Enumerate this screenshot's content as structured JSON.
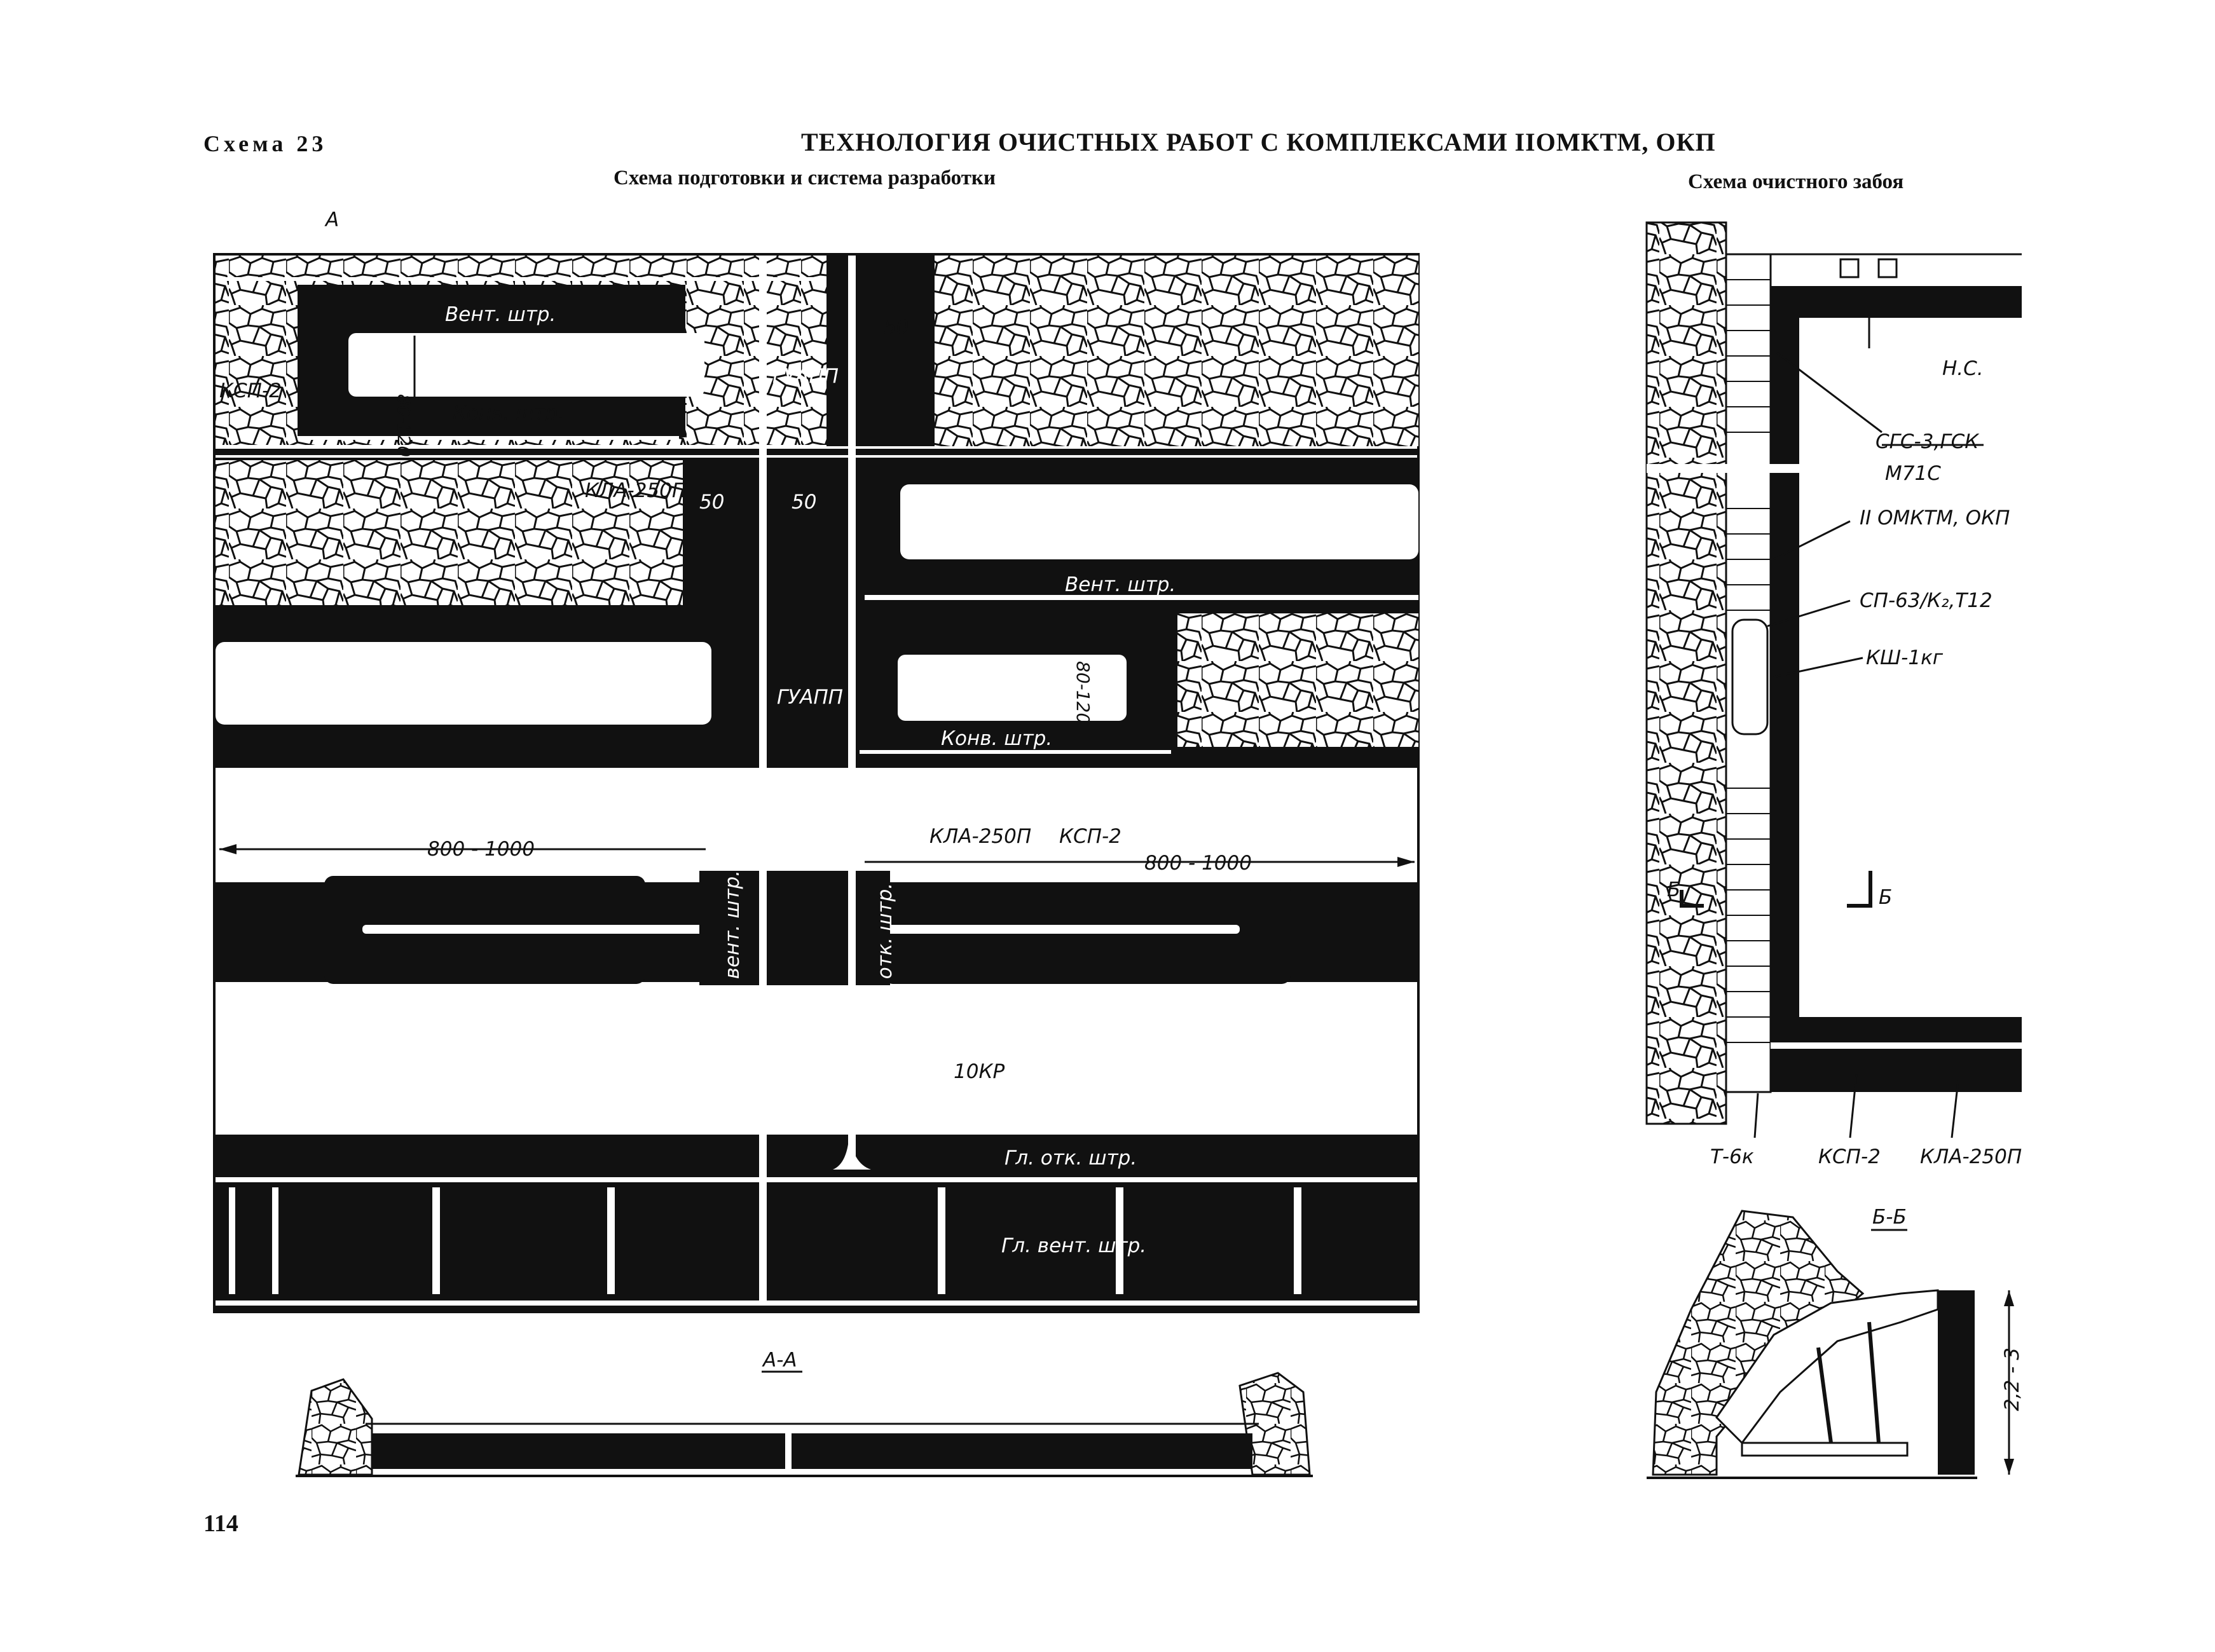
{
  "header": {
    "scheme_number": "Схема 23",
    "title": "ТЕХНОЛОГИЯ ОЧИСТНЫХ РАБОТ С КОМПЛЕКСАМИ IIОМКТМ, ОКП",
    "subtitle_left": "Схема подготовки и система разработки",
    "subtitle_right": "Схема очистного забоя"
  },
  "page_number": "114",
  "plan_labels": {
    "section_mark": "А",
    "vent_drift_top": "Вент. штр.",
    "conv_drift_top": "Конв. штр.",
    "width_80_120": "80-120",
    "ksp2_left": "КСП-2",
    "gualp_top": "ГУАПП",
    "dim_50_top": "50",
    "kla_250p_left": "КЛА-250П",
    "dim_50_a": "50",
    "dim_50_b": "50",
    "vent_drift_mid": "Вент. штр.",
    "gualp_mid": "ГУАПП",
    "width_80_120_mid": "80-120",
    "conv_drift_mid": "Конв. штр.",
    "kla_250p_mid": "КЛА-250П",
    "ksp2_mid": "КСП-2",
    "dim_800_1000_left": "800 - 1000",
    "dim_800_1000_right": "800 - 1000",
    "panel_vent": "Панельн. вент. штр.",
    "panel_otk": "Панельн. отк. штр.",
    "label_10kr": "10КР",
    "main_haul": "Гл. отк. штр.",
    "main_vent": "Гл. вент. штр.",
    "section_aa": "А-А"
  },
  "face_labels": {
    "ns": "Н.С.",
    "dim_3": "3",
    "sgs": "СГС-3,ГСК",
    "m71s": "М71С",
    "complex": "II ОМКТМ, ОКП",
    "sp63": "СП-63/К₂,Т12",
    "ksh1kg": "КШ-1кг",
    "mark_b_left": "Б",
    "mark_b_right": "Б",
    "t6k": "Т-6к",
    "ksp2": "КСП-2",
    "kla250p": "КЛА-250П",
    "section_bb": "Б-Б",
    "height_dim": "2,2 - 3"
  }
}
